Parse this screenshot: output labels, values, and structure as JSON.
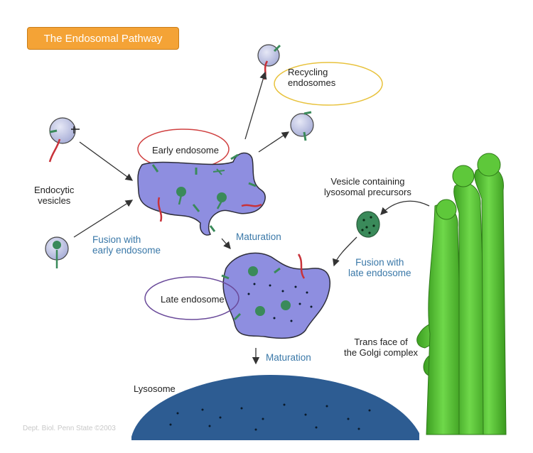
{
  "title": "The Endosomal Pathway",
  "labels": {
    "recycling": "Recycling\nendosomes",
    "early": "Early endosome",
    "endocytic": "Endocytic\nvesicles",
    "fusion_early": "Fusion with\nearly endosome",
    "maturation_1": "Maturation",
    "vesicle_precursors": "Vesicle containing\nlysosomal precursors",
    "fusion_late": "Fusion with\nlate endosome",
    "late": "Late endosome",
    "trans_golgi": "Trans face of\nthe Golgi complex",
    "maturation_2": "Maturation",
    "lysosome": "Lysosome"
  },
  "credit": "Dept. Biol. Penn State ©2003",
  "colors": {
    "endosome_fill": "#8e8ee0",
    "endosome_stroke": "#2e2e3a",
    "golgi": "#5ec83a",
    "golgi_dark": "#3e9a22",
    "lysosome": "#2d5c92",
    "receptor": "#3a8a5a",
    "cargo_red": "#c8323a",
    "title_bg": "#f4a336"
  }
}
